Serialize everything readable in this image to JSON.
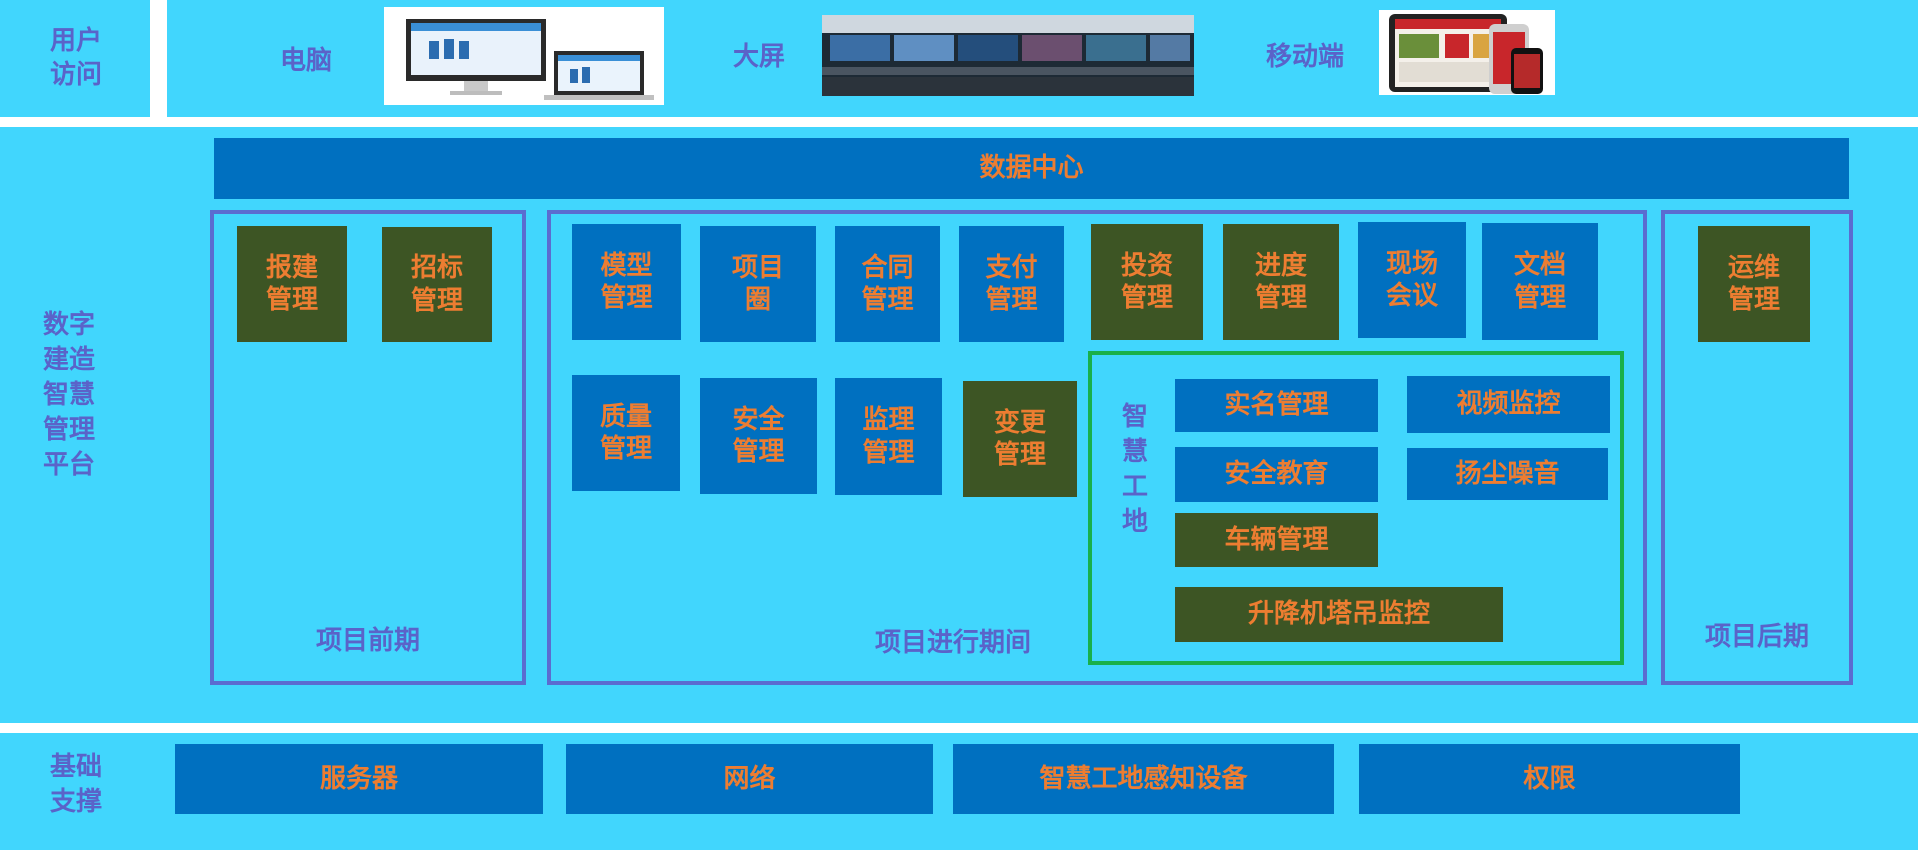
{
  "access": {
    "title": "用户\n访问",
    "devices": [
      {
        "label": "电脑"
      },
      {
        "label": "大屏"
      },
      {
        "label": "移动端"
      }
    ]
  },
  "platform": {
    "title": "数字\n建造\n智慧\n管理\n平台",
    "data_center": "数据中心",
    "pre_phase": {
      "label": "项目前期",
      "modules": [
        "报建\n管理",
        "招标\n管理"
      ]
    },
    "during_phase": {
      "label": "项目进行期间",
      "row1": [
        "模型\n管理",
        "项目\n圈",
        "合同\n管理",
        "支付\n管理",
        "投资\n管理",
        "进度\n管理",
        "现场\n会议",
        "文档\n管理"
      ],
      "row2": [
        "质量\n管理",
        "安全\n管理",
        "监理\n管理",
        "变更\n管理"
      ],
      "smart_site": {
        "title": "智\n慧\n工\n地",
        "items": [
          "实名管理",
          "视频监控",
          "安全教育",
          "扬尘噪音",
          "车辆管理",
          "升降机塔吊监控"
        ]
      }
    },
    "post_phase": {
      "label": "项目后期",
      "modules": [
        "运维\n管理"
      ]
    }
  },
  "foundation": {
    "title": "基础\n支撑",
    "items": [
      "服务器",
      "网络",
      "智慧工地感知设备",
      "权限"
    ]
  },
  "colors": {
    "band": "#41d6fd",
    "blue_box": "#0070c0",
    "green_box": "#3d5524",
    "box_text": "#ed7d31",
    "label_text": "#5a63c9",
    "phase_frame": "#5b6cd0",
    "smart_site_frame": "#19b04a"
  }
}
